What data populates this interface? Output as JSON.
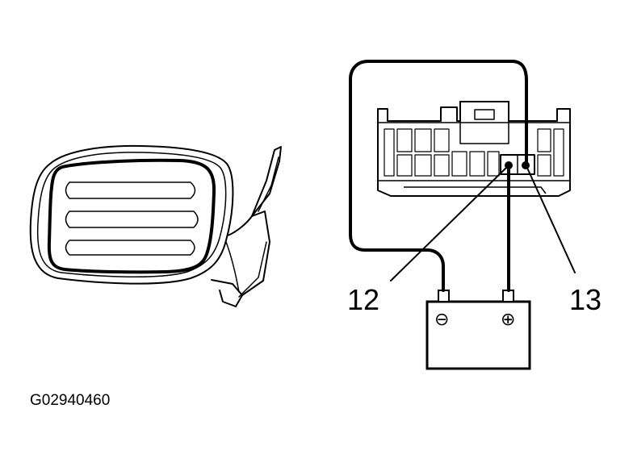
{
  "figure_code": "G02940460",
  "labels": {
    "terminal_left": "12",
    "terminal_right": "13"
  },
  "battery": {
    "negative_symbol": "⊖",
    "positive_symbol": "⊕"
  },
  "colors": {
    "line": "#000000",
    "background": "#ffffff"
  },
  "icons": [
    "side-mirror-icon",
    "mirror-connector-icon",
    "battery-icon"
  ]
}
